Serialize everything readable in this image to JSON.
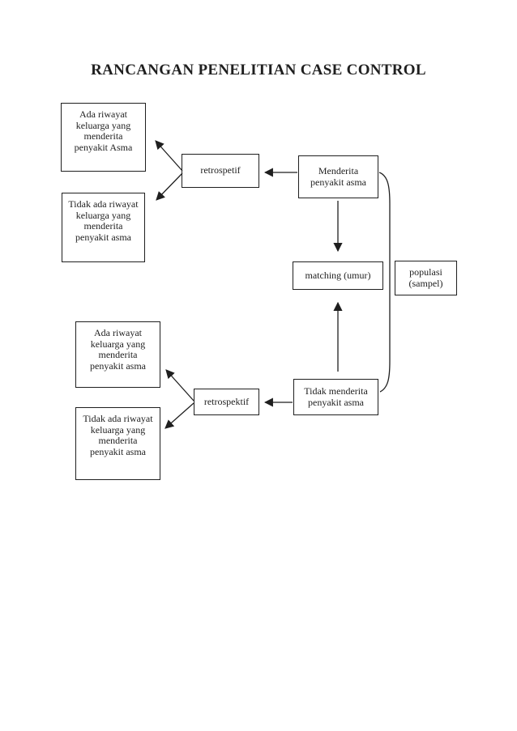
{
  "title": "RANCANGAN PENELITIAN CASE CONTROL",
  "colors": {
    "line": "#1f1f1f",
    "text": "#1f1f1f",
    "background": "#ffffff"
  },
  "nodes": {
    "case_exposed": {
      "label": "Ada riwayat\nkeluarga yang\nmenderita\npenyakit Asma"
    },
    "case_unexposed": {
      "label": "Tidak ada riwayat\nkeluarga yang\nmenderita\npenyakit asma"
    },
    "retrospetif_case": {
      "label": "retrospetif"
    },
    "case_group": {
      "label": "Menderita\npenyakit asma"
    },
    "matching": {
      "label": "matching (umur)"
    },
    "population": {
      "label": "populasi\n(sampel)"
    },
    "control_exposed": {
      "label": "Ada riwayat\nkeluarga yang\nmenderita\npenyakit asma"
    },
    "control_unexposed": {
      "label": "Tidak ada riwayat\nkeluarga yang\nmenderita\npenyakit asma"
    },
    "retrospektif_control": {
      "label": "retrospektif"
    },
    "control_group": {
      "label": "Tidak menderita\npenyakit asma"
    }
  }
}
